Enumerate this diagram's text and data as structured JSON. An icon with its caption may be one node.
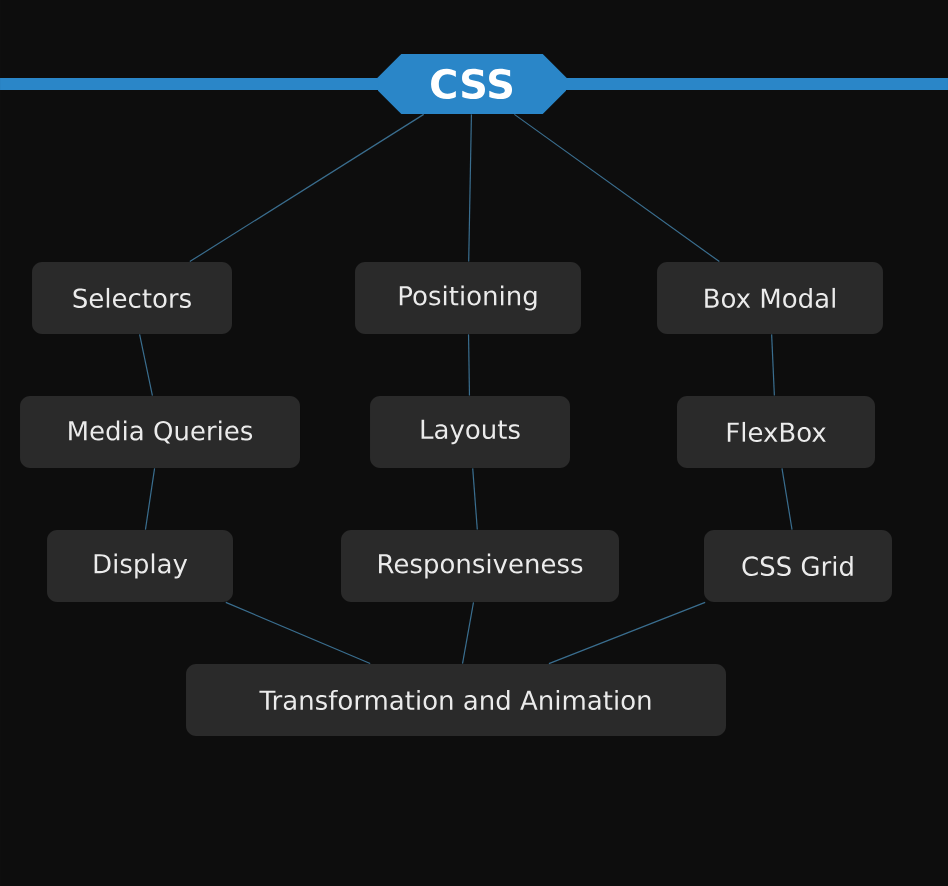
{
  "diagram": {
    "nodes": [
      {
        "text": [
          "CSS"
        ]
      },
      {
        "text": [
          "Selectors"
        ]
      },
      {
        "text": [
          "Positioning"
        ]
      },
      {
        "text": [
          "Box Modal"
        ]
      },
      {
        "text": [
          "Media Queries"
        ]
      },
      {
        "text": [
          "Layouts"
        ]
      },
      {
        "text": [
          "FlexBox"
        ]
      },
      {
        "text": [
          "Display"
        ]
      },
      {
        "text": [
          "Responsiveness"
        ]
      },
      {
        "text": [
          "CSS Grid"
        ]
      },
      {
        "text": [
          "Transformation and Animation"
        ]
      }
    ],
    "edges": [
      {
        "from": 0,
        "to": 1,
        "arrow": "none"
      },
      {
        "from": 0,
        "to": 2,
        "arrow": "none"
      },
      {
        "from": 0,
        "to": 3,
        "arrow": "none"
      },
      {
        "from": 1,
        "to": 4,
        "arrow": "none"
      },
      {
        "from": 2,
        "to": 5,
        "arrow": "none"
      },
      {
        "from": 3,
        "to": 6,
        "arrow": "none"
      },
      {
        "from": 4,
        "to": 7,
        "arrow": "none"
      },
      {
        "from": 5,
        "to": 8,
        "arrow": "none"
      },
      {
        "from": 6,
        "to": 9,
        "arrow": "none"
      },
      {
        "from": 7,
        "to": 10,
        "arrow": "none"
      },
      {
        "from": 8,
        "to": 10,
        "arrow": "none"
      },
      {
        "from": 9,
        "to": 10,
        "arrow": "none"
      }
    ]
  }
}
